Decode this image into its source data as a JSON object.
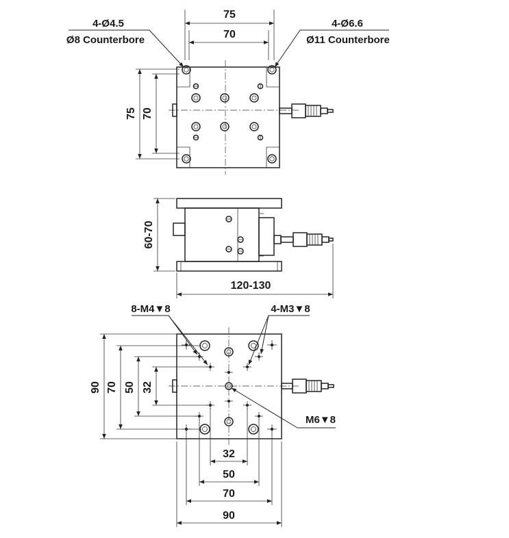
{
  "top_view": {
    "callout_left_line1": "4-Ø4.5",
    "callout_left_line2": "Ø8 Counterbore",
    "callout_right_line1": "4-Ø6.6",
    "callout_right_line2": "Ø11 Counterbore",
    "dim_width_outer": "75",
    "dim_width_inner": "70",
    "dim_height_outer": "75",
    "dim_height_inner": "70"
  },
  "side_view": {
    "dim_height": "60-70",
    "dim_length": "120-130"
  },
  "bottom_view": {
    "callout_m4": "8-M4▼8",
    "callout_m3": "4-M3▼8",
    "callout_m6": "M6▼8",
    "dim_v_90": "90",
    "dim_v_70": "70",
    "dim_v_50": "50",
    "dim_v_32": "32",
    "dim_h_32": "32",
    "dim_h_50": "50",
    "dim_h_70": "70",
    "dim_h_90": "90"
  }
}
